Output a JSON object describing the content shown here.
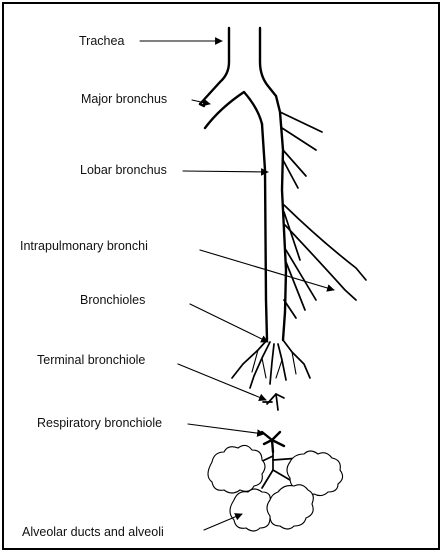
{
  "diagram": {
    "labels": {
      "trachea": "Trachea",
      "major_bronchus": "Major bronchus",
      "lobar_bronchus": "Lobar bronchus",
      "intrapulmonary_bronchi": "Intrapulmonary bronchi",
      "bronchioles": "Bronchioles",
      "terminal_bronchiole": "Terminal bronchiole",
      "respiratory_bronchiole": "Respiratory bronchiole",
      "alveolar_ducts_and_alveoli": "Alveolar ducts and alveoli"
    }
  }
}
